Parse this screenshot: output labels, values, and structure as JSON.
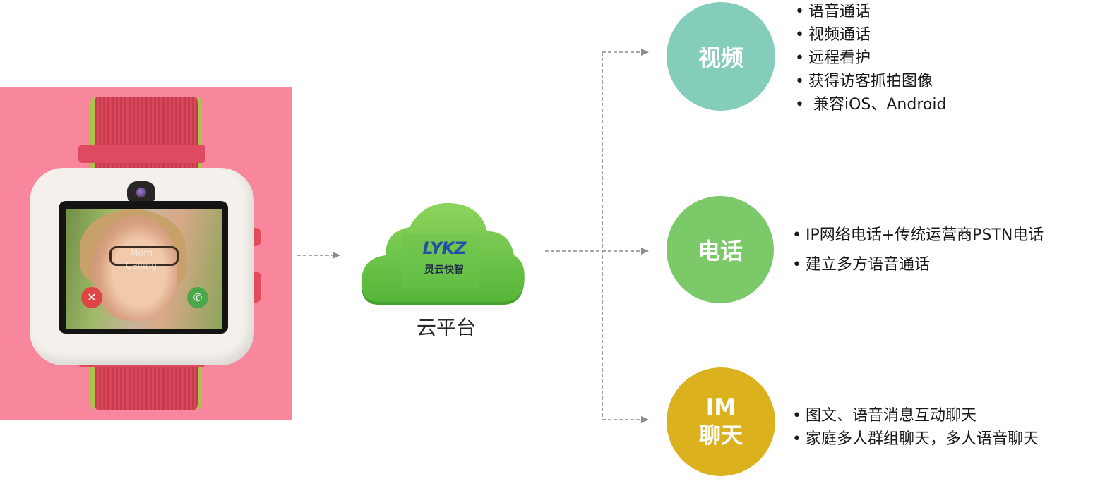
{
  "cloud": {
    "logo_mark": "LYKZ",
    "logo_sub": "灵云快智",
    "label": "云平台"
  },
  "watch_screen": {
    "caller_text": "Mom Calling",
    "decline_symbol": "✕",
    "accept_symbol": "✆"
  },
  "branches": [
    {
      "title": "视频",
      "items": [
        "语音通话",
        "视频通话",
        "远程看护",
        "获得访客抓拍图像",
        " 兼容iOS、Android"
      ]
    },
    {
      "title": "电话",
      "items": [
        "IP网络电话+传统运营商PSTN电话",
        "建立多方语音通话"
      ]
    },
    {
      "title_line1": "IM",
      "title_line2": "聊天",
      "items": [
        "图文、语音消息互动聊天",
        "家庭多人群组聊天，多人语音聊天"
      ]
    }
  ],
  "colors": {
    "photo_bg": "#f8879d",
    "cloud_green": "#6cc44c",
    "video": "#85cdbb",
    "phone": "#7cc96a",
    "im": "#dbb21e",
    "connector": "#8c8c8c"
  }
}
